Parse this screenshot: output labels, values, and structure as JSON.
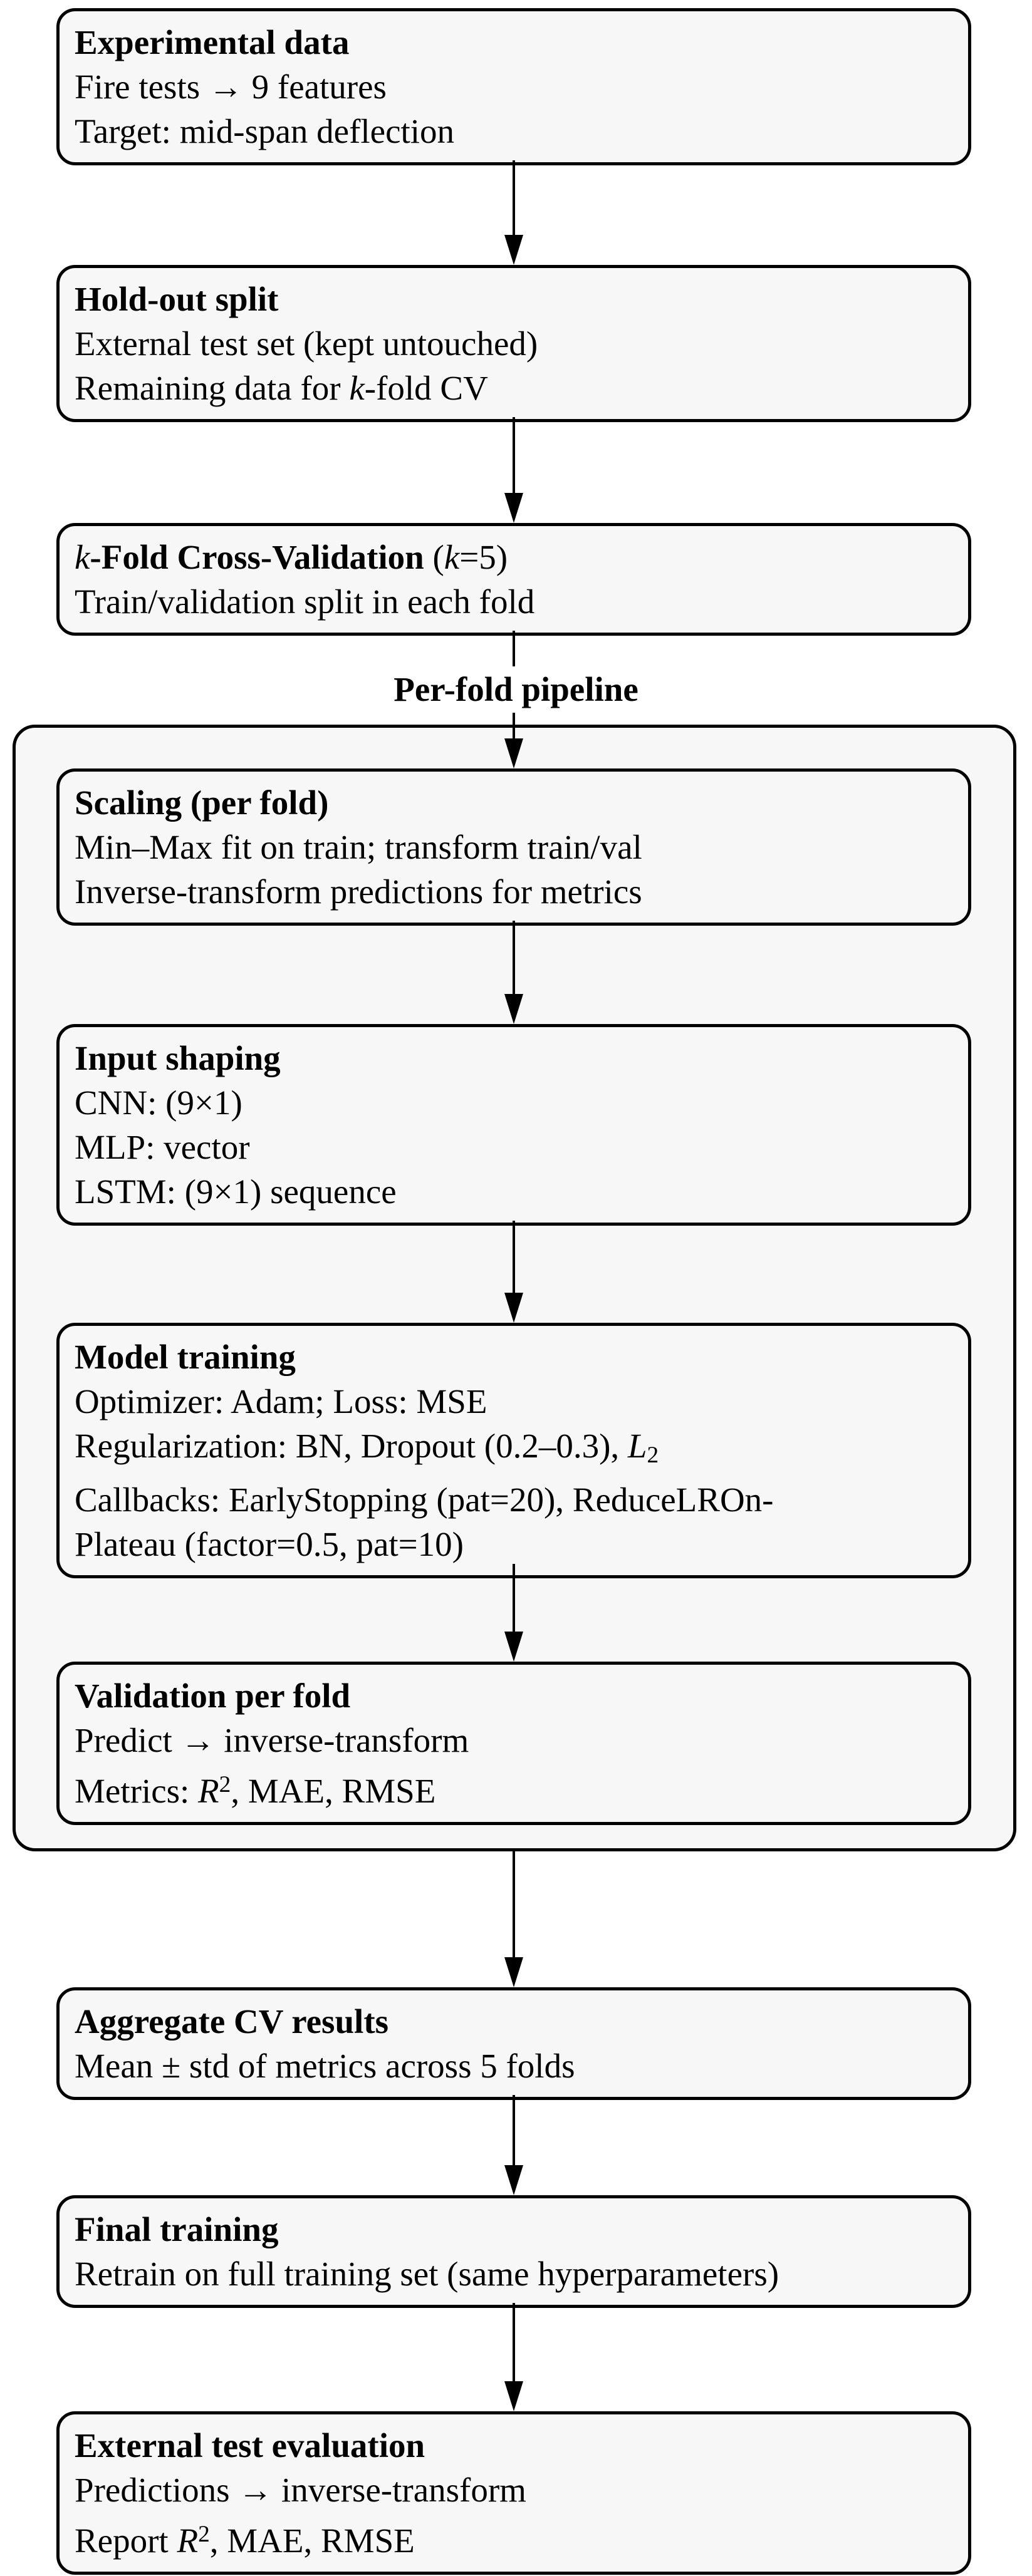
{
  "styles": {
    "page_bg": "#ffffff",
    "node_fill": "#f7f7f7",
    "line_color": "#000000"
  },
  "perfold_label": {
    "lines": [
      [
        {
          "text": "Per-fold pipeline",
          "style": "b"
        }
      ]
    ]
  },
  "nodes": {
    "experimental": {
      "lines": [
        [
          {
            "text": "Experimental data",
            "style": "b"
          }
        ],
        [
          {
            "text": "Fire tests → 9 features"
          }
        ],
        [
          {
            "text": "Target: mid-span deflection"
          }
        ]
      ]
    },
    "holdout": {
      "lines": [
        [
          {
            "text": "Hold-out split",
            "style": "b"
          }
        ],
        [
          {
            "text": "External test set (kept untouched)"
          }
        ],
        [
          {
            "text": "Remaining data for "
          },
          {
            "text": "k",
            "style": "i"
          },
          {
            "text": "-fold CV"
          }
        ]
      ]
    },
    "kfold": {
      "lines": [
        [
          {
            "text": "k",
            "style": "i"
          },
          {
            "text": "-Fold Cross-Validation",
            "style": "b"
          },
          {
            "text": " ("
          },
          {
            "text": "k",
            "style": "i"
          },
          {
            "text": "=5)"
          }
        ],
        [
          {
            "text": "Train/validation split in each fold"
          }
        ]
      ]
    },
    "scaling": {
      "lines": [
        [
          {
            "text": "Scaling (per fold)",
            "style": "b"
          }
        ],
        [
          {
            "text": "Min–Max fit on train; transform train/val"
          }
        ],
        [
          {
            "text": "Inverse-transform predictions for metrics"
          }
        ]
      ]
    },
    "input_shaping": {
      "lines": [
        [
          {
            "text": "Input shaping",
            "style": "b"
          }
        ],
        [
          {
            "text": "CNN: (9×1)"
          }
        ],
        [
          {
            "text": "MLP: vector"
          }
        ],
        [
          {
            "text": "LSTM: (9×1) sequence"
          }
        ]
      ]
    },
    "model_training": {
      "lines": [
        [
          {
            "text": "Model training",
            "style": "b"
          }
        ],
        [
          {
            "text": "Optimizer: Adam; Loss: MSE"
          }
        ],
        [
          {
            "text": "Regularization: BN, Dropout (0.2–0.3), "
          },
          {
            "text": "L",
            "style": "i"
          },
          {
            "text": "2",
            "style": "sub"
          }
        ],
        [
          {
            "text": "Callbacks: EarlyStopping (pat=20), ReduceLROn-"
          }
        ],
        [
          {
            "text": "Plateau (factor=0.5, pat=10)"
          }
        ]
      ]
    },
    "validation": {
      "lines": [
        [
          {
            "text": "Validation per fold",
            "style": "b"
          }
        ],
        [
          {
            "text": "Predict → inverse-transform"
          }
        ],
        [
          {
            "text": "Metrics: "
          },
          {
            "text": "R",
            "style": "i"
          },
          {
            "text": "2",
            "style": "sup"
          },
          {
            "text": ", MAE, RMSE"
          }
        ]
      ]
    },
    "aggregate": {
      "lines": [
        [
          {
            "text": "Aggregate CV results",
            "style": "b"
          }
        ],
        [
          {
            "text": "Mean ± std of metrics across 5 folds"
          }
        ]
      ]
    },
    "final_training": {
      "lines": [
        [
          {
            "text": "Final training",
            "style": "b"
          }
        ],
        [
          {
            "text": "Retrain on full training set (same hyperparameters)"
          }
        ]
      ]
    },
    "external_test": {
      "lines": [
        [
          {
            "text": "External test evaluation",
            "style": "b"
          }
        ],
        [
          {
            "text": "Predictions → inverse-transform"
          }
        ],
        [
          {
            "text": "Report "
          },
          {
            "text": "R",
            "style": "i"
          },
          {
            "text": "2",
            "style": "sup"
          },
          {
            "text": ", MAE, RMSE"
          }
        ]
      ]
    }
  }
}
